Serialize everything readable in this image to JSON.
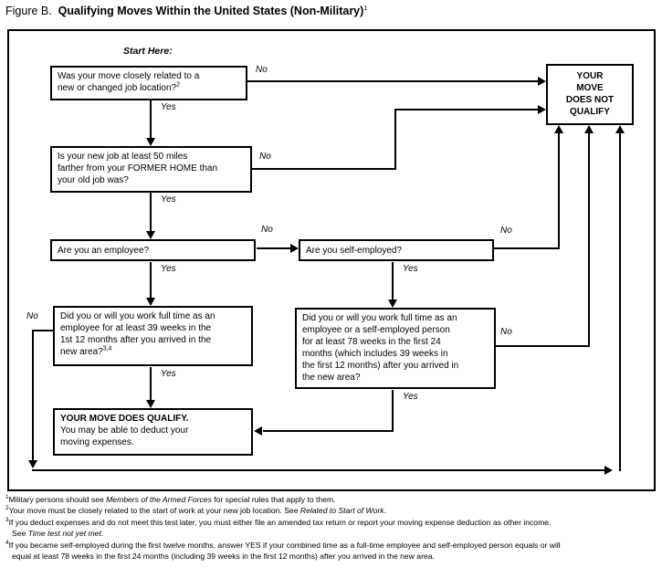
{
  "title": {
    "prefix": "Figure B.",
    "main": "Qualifying Moves Within the United States (Non-Military)",
    "footnote_ref": "1"
  },
  "labels": {
    "start": "Start Here:",
    "yes": "Yes",
    "no": "No"
  },
  "boxes": {
    "q1": {
      "text": "Was your move closely related to a\nnew or changed job location?",
      "footnote_ref": "2"
    },
    "q2": {
      "text": "Is your new job at least 50 miles\nfarther from your FORMER HOME than\nyour old job was?"
    },
    "q3": {
      "text": "Are you an employee?"
    },
    "q4": {
      "text": "Are you self-employed?"
    },
    "q5": {
      "text": "Did you or will you work full time as an\nemployee for at least 39 weeks in the\n1st 12 months after you arrived in the\nnew area?",
      "footnote_ref": "3,4"
    },
    "q6": {
      "text": "Did you or will you work full time as an\nemployee or a self-employed person\nfor at least 78 weeks in the first 24\nmonths (which includes 39 weeks in\nthe first 12 months) after you arrived in\nthe new area?"
    },
    "qualify": {
      "title": "YOUR MOVE DOES QUALIFY.",
      "body": "You may be able to deduct your\nmoving expenses."
    },
    "not_qualify": {
      "text": "YOUR\nMOVE\nDOES NOT\nQUALIFY"
    }
  },
  "footnotes": [
    {
      "num": "1",
      "parts": [
        {
          "t": "Military persons should see "
        },
        {
          "t": "Members of the Armed Forces",
          "i": true
        },
        {
          "t": " for special rules that apply to them."
        }
      ]
    },
    {
      "num": "2",
      "parts": [
        {
          "t": "Your move must be closely related to the start of work at your new job location. See "
        },
        {
          "t": "Related to Start of Work",
          "i": true
        },
        {
          "t": "."
        }
      ]
    },
    {
      "num": "3",
      "parts": [
        {
          "t": "If you deduct expenses and do not meet this test later, you must either file an amended tax return or report your moving expense deduction as other income.\nSee "
        },
        {
          "t": "Time test not yet met",
          "i": true
        },
        {
          "t": "."
        }
      ]
    },
    {
      "num": "4",
      "parts": [
        {
          "t": "If you became self-employed during the first twelve months, answer YES if your combined time as a full-time employee and self-employed person equals or will\nequal at least 78 weeks in the first 24 months (including 39 weeks in the first 12 months) after you arrived in the new area."
        }
      ]
    }
  ],
  "colors": {
    "ink": "#000000",
    "background": "#ffffff"
  }
}
